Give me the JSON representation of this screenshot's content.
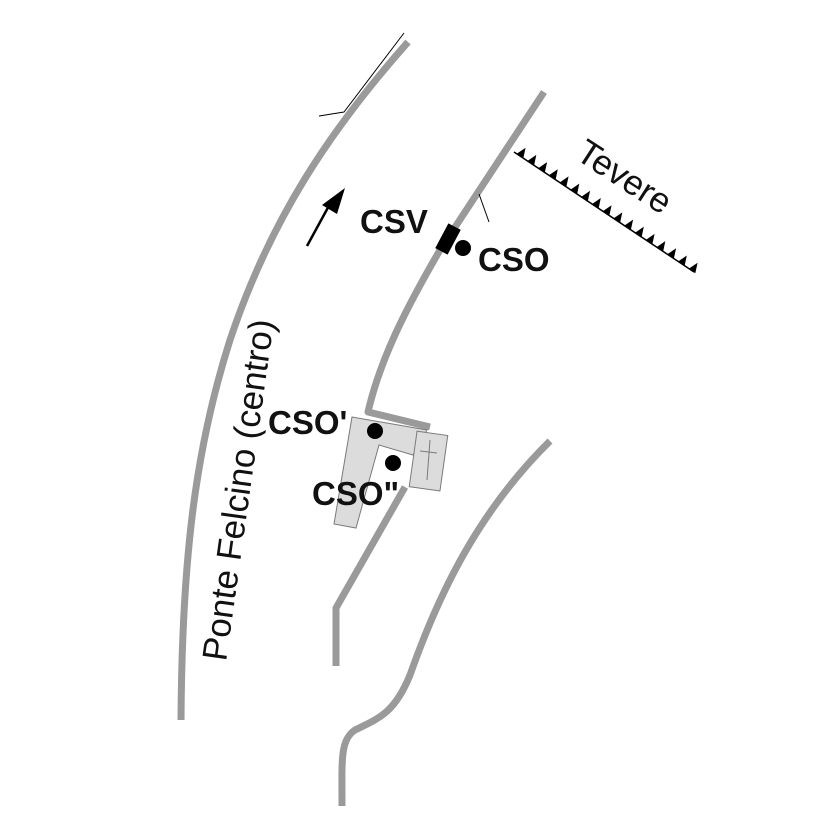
{
  "map": {
    "labels": {
      "town": "Ponte Felcino (centro)",
      "river": "Tevere",
      "csv": "CSV",
      "cso": "CSO",
      "cso_prime": "CSO'",
      "cso_double_prime": "CSO\""
    },
    "colors": {
      "road": "#9a9a9a",
      "building_fill": "#dcdcdc",
      "building_stroke": "#7a7a7a",
      "marker": "#000000",
      "text": "#111111"
    },
    "icons": {
      "direction_arrow": "arrow-up-right-icon",
      "point_marker": "filled-circle-icon",
      "church_cross": "cross-icon",
      "river_bank": "triangle-ticks-icon"
    }
  }
}
